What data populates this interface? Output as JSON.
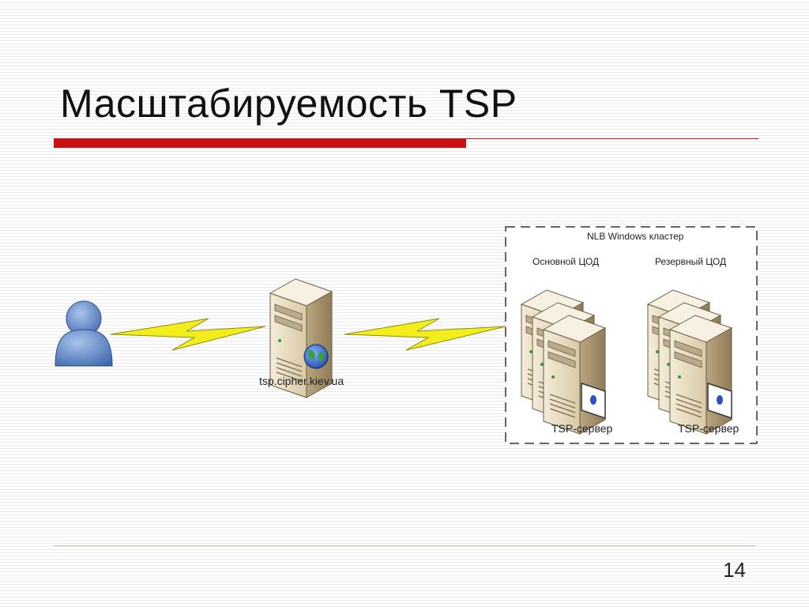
{
  "slide": {
    "title": "Масштабируемость TSP",
    "page_number": "14"
  },
  "diagram": {
    "proxy_label": "tsp.cipher.kiev.ua",
    "cluster_label": "NLB Windows кластер",
    "primary_dc_label": "Основной ЦОД",
    "backup_dc_label": "Резервный ЦОД",
    "primary_server_label": "TSP-сервер",
    "backup_server_label": "TSP-сервер"
  },
  "colors": {
    "accent": "#cc1111",
    "bolt": "#f2ee1c",
    "user": "#5a84c4",
    "server": "#e9dcc2"
  }
}
